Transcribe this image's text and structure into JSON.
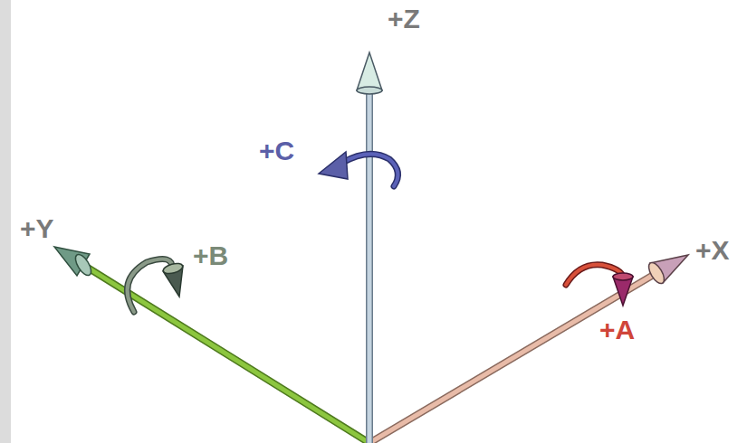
{
  "diagram": {
    "labels": [
      "+Z",
      "+C",
      "+Y",
      "+B",
      "+X",
      "+A"
    ]
  }
}
